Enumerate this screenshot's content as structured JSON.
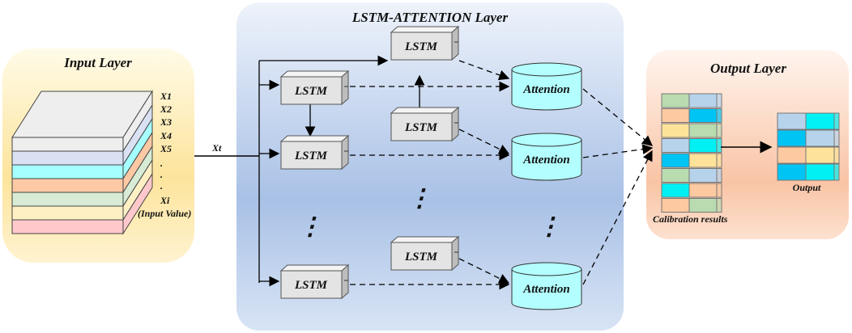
{
  "input_layer": {
    "title": "Input Layer",
    "labels": [
      "X1",
      "X2",
      "X3",
      "X4",
      "X5",
      ".",
      ".",
      ".",
      "Xi",
      "(Input Value)"
    ],
    "layer_colors": [
      "#eeeeee",
      "#d9e1f2",
      "#a6ffff",
      "#fcc9a4",
      "#d7ebd5",
      "#fff0c4",
      "#ffc9cc"
    ]
  },
  "connector_label": "Xt",
  "middle_layer": {
    "title": "LSTM-ATTENTION Layer",
    "lstm_label": "LSTM",
    "attention_label": "Attention",
    "ellipsis": "⋮"
  },
  "output_layer": {
    "title": "Output Layer",
    "calibration_label": "Calibration results",
    "output_label": "Output"
  },
  "colors": {
    "lstm_face": "#e6e6e6",
    "attention": "#b3ffff",
    "mid_bg": "#c9d8ef",
    "in_bg": "#fde6a6",
    "out_bg": "#fbd1b8"
  }
}
